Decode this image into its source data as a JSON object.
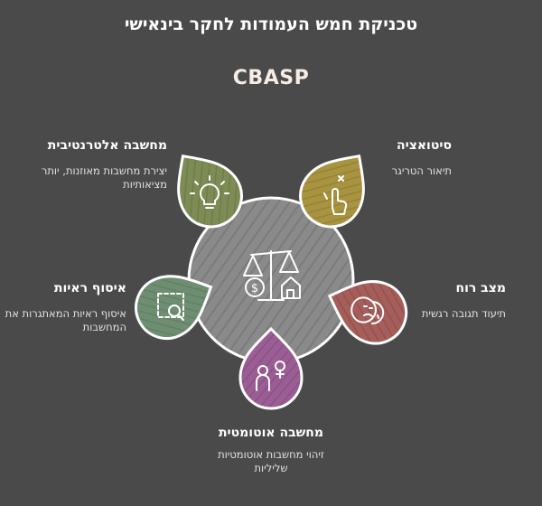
{
  "title": "טכניקת חמש העמודות לחקר בינאישי",
  "subtitle": "CBASP",
  "center": {
    "icon": "balance-scale-icon"
  },
  "items": [
    {
      "key": "situation",
      "heading": "סיטואציה",
      "description": "תיאור הטריגר",
      "icon": "hand-touch-icon",
      "color": "#a89340"
    },
    {
      "key": "mood",
      "heading": "מצב רוח",
      "description": "תיעוד תגובה רגשית",
      "icon": "theater-masks-icon",
      "color": "#a55e5a"
    },
    {
      "key": "automatic-thought",
      "heading": "מחשבה אוטומטית",
      "description": "זיהוי מחשבות אוטומטיות שליליות",
      "icon": "people-icon",
      "color": "#9a5e94"
    },
    {
      "key": "evidence",
      "heading": "איסוף ראיות",
      "description": "איסוף ראיות המאתגרות את המחשבות",
      "icon": "search-document-icon",
      "color": "#6e8e72"
    },
    {
      "key": "alternative-thought",
      "heading": "מחשבה אלטרנטיבית",
      "description": "יצירת מחשבות מאוזנות, יותר מציאותיות",
      "icon": "lightbulb-icon",
      "color": "#7d8c55"
    }
  ]
}
